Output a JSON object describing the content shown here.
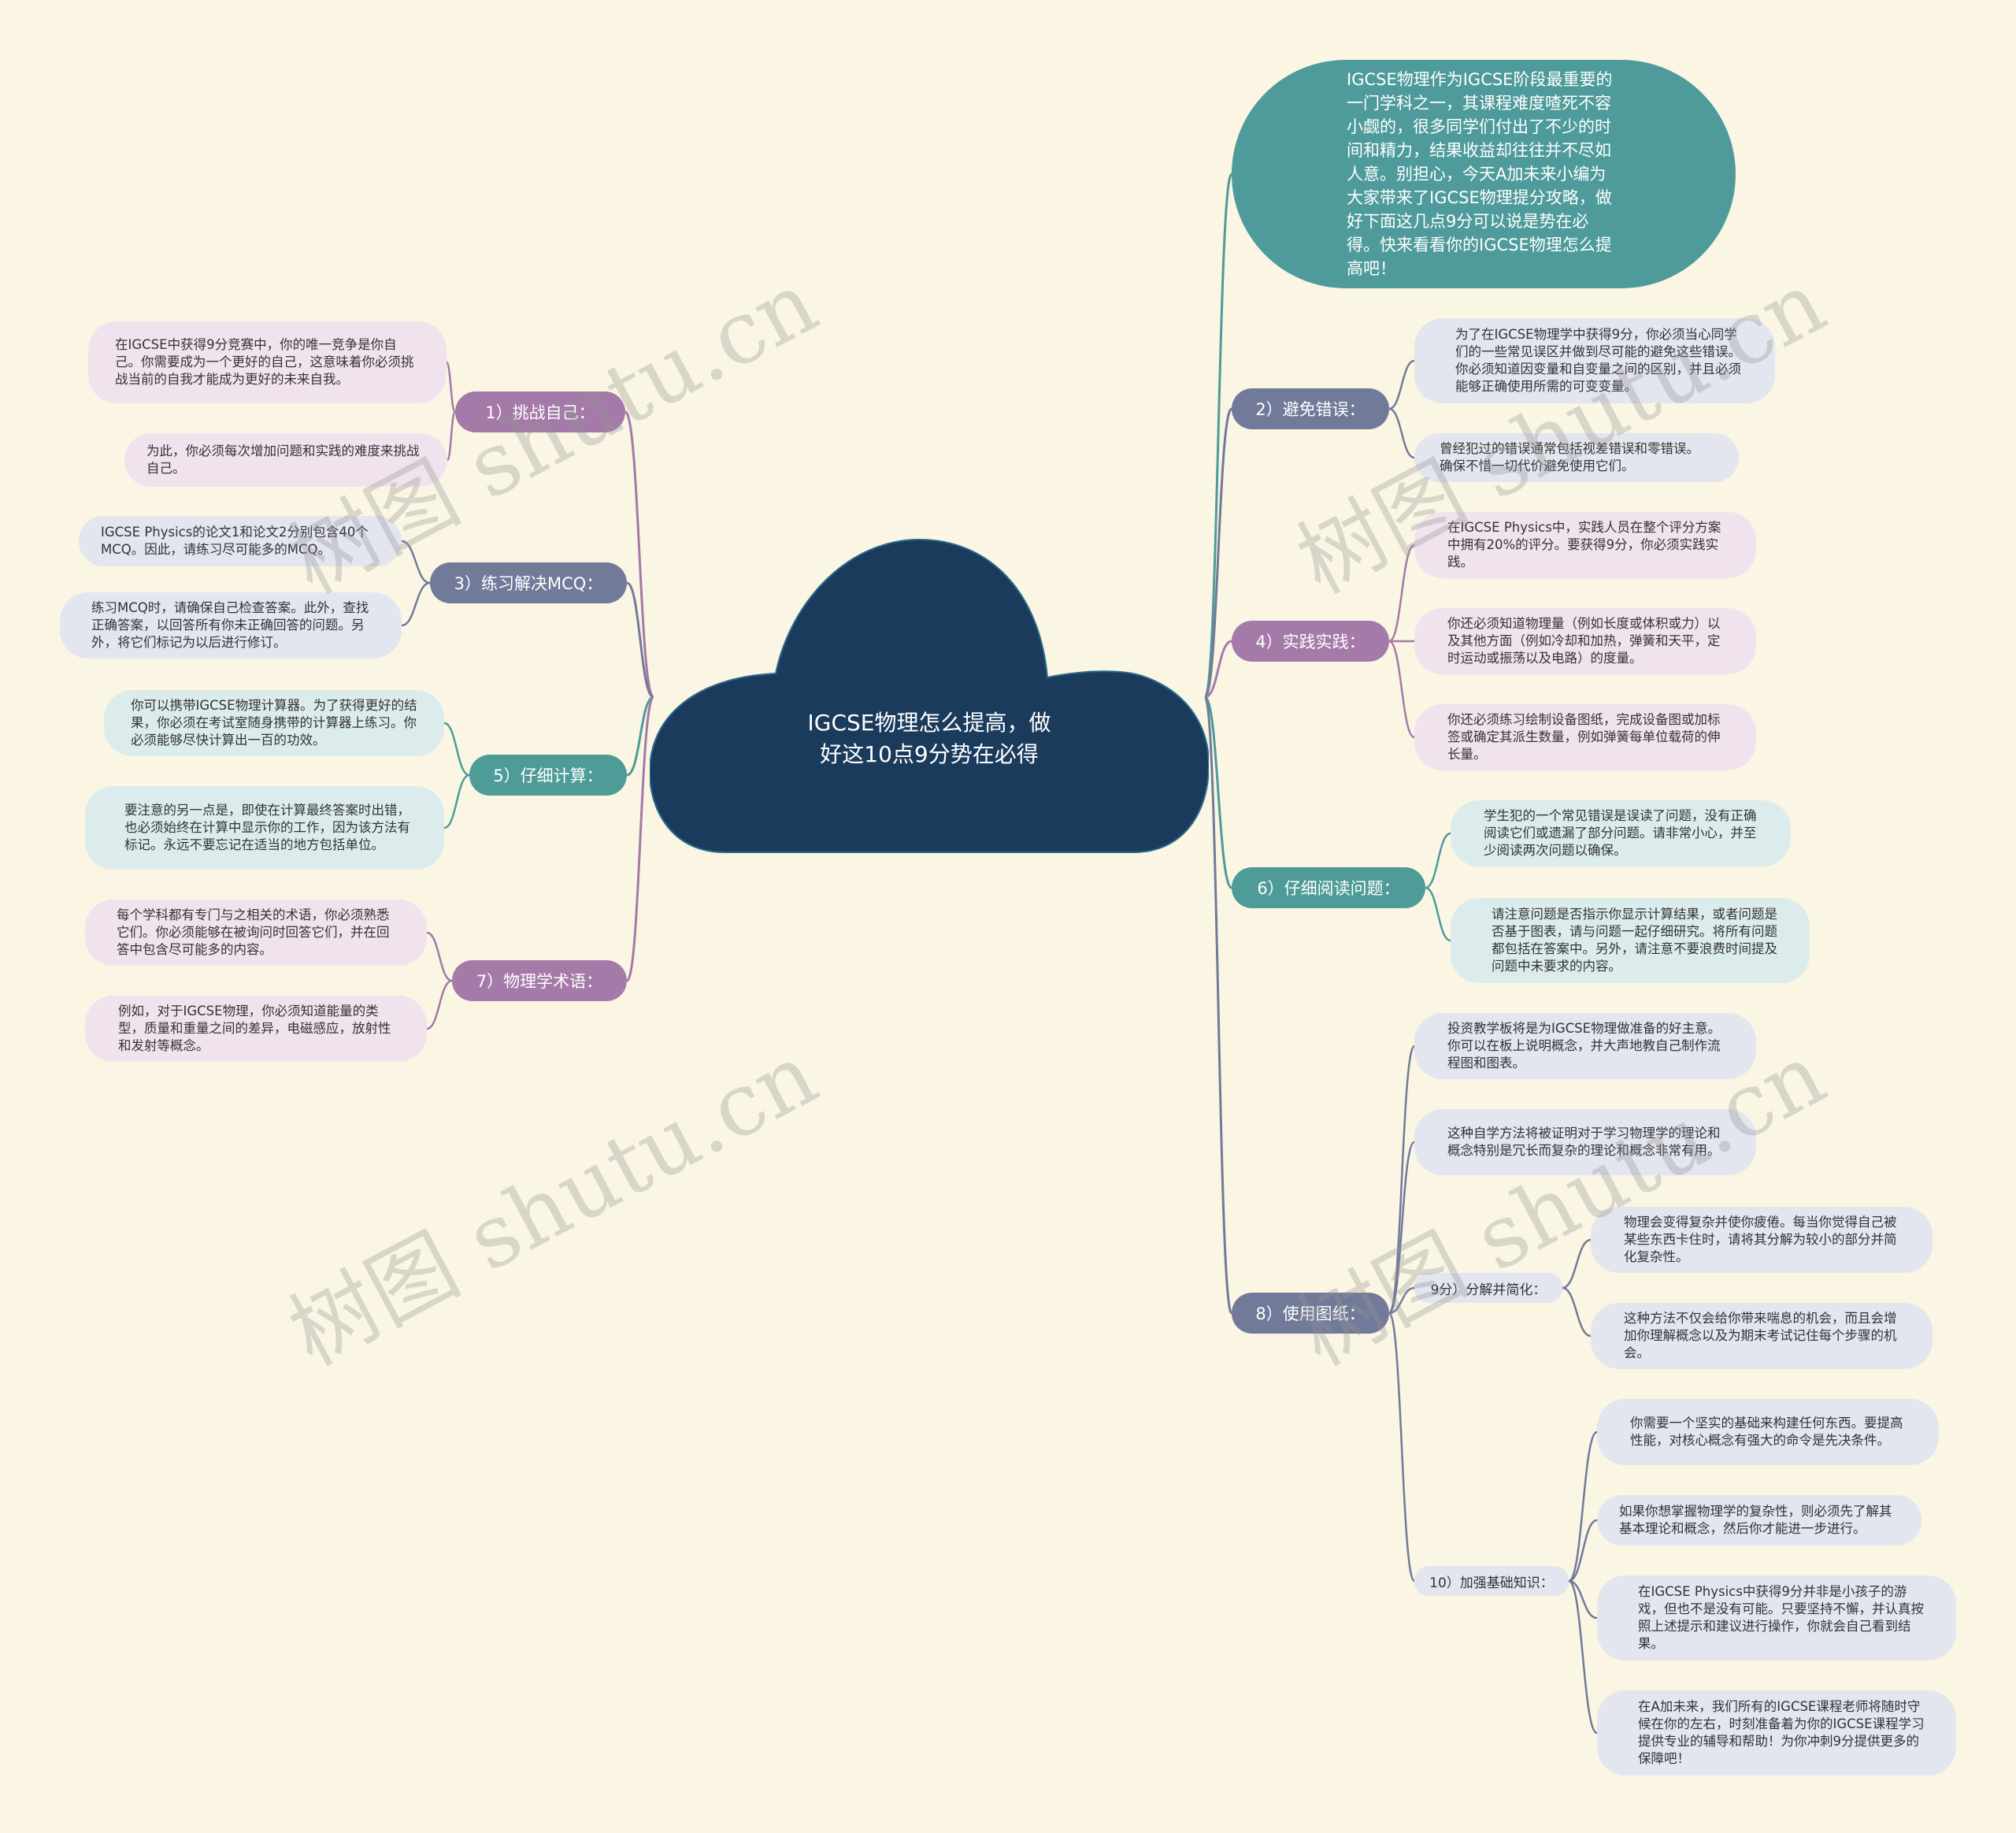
{
  "center": {
    "title_line1": "IGCSE物理怎么提高，做",
    "title_line2": "好这10点9分势在必得"
  },
  "intro": {
    "text": "IGCSE物理作为IGCSE阶段最重要的一门学科之一，其课程难度喳死不容小觑的，很多同学们付出了不少的时间和精力，结果收益却往往并不尽如人意。别担心，今天A加未来小编为大家带来了IGCSE物理提分攻略，做好下面这几点9分可以说是势在必得。快来看看你的IGCSE物理怎么提高吧！"
  },
  "left": [
    {
      "label": "1）挑战自己：",
      "leaves": [
        "在IGCSE中获得9分竞赛中，你的唯一竞争是你自己。你需要成为一个更好的自己，这意味着你必须挑战当前的自我才能成为更好的未来自我。",
        "为此，你必须每次增加问题和实践的难度来挑战自己。"
      ]
    },
    {
      "label": "3）练习解决MCQ：",
      "leaves": [
        "IGCSE Physics的论文1和论文2分别包含40个MCQ。因此，请练习尽可能多的MCQ。",
        "练习MCQ时，请确保自己检查答案。此外，查找正确答案，以回答所有你未正确回答的问题。另外，将它们标记为以后进行修订。"
      ]
    },
    {
      "label": "5）仔细计算：",
      "leaves": [
        "你可以携带IGCSE物理计算器。为了获得更好的结果，你必须在考试室随身携带的计算器上练习。你必须能够尽快计算出一百的功效。",
        "要注意的另一点是，即使在计算最终答案时出错，也必须始终在计算中显示你的工作，因为该方法有标记。永远不要忘记在适当的地方包括单位。"
      ]
    },
    {
      "label": "7）物理学术语：",
      "leaves": [
        "每个学科都有专门与之相关的术语，你必须熟悉它们。你必须能够在被询问时回答它们，并在回答中包含尽可能多的内容。",
        "例如，对于IGCSE物理，你必须知道能量的类型，质量和重量之间的差异，电磁感应，放射性和发射等概念。"
      ]
    }
  ],
  "right": [
    {
      "label": "2）避免错误：",
      "leaves": [
        "为了在IGCSE物理学中获得9分，你必须当心同学们的一些常见误区并做到尽可能的避免这些错误。你必须知道因变量和自变量之间的区别，并且必须能够正确使用所需的可变变量。",
        "曾经犯过的错误通常包括视差错误和零错误。确保不惜一切代价避免使用它们。"
      ]
    },
    {
      "label": "4）实践实践：",
      "leaves": [
        "在IGCSE Physics中，实践人员在整个评分方案中拥有20%的评分。要获得9分，你必须实践实践。",
        "你还必须知道物理量（例如长度或体积或力）以及其他方面（例如冷却和加热，弹簧和天平，定时运动或振荡以及电路）的度量。",
        "你还必须练习绘制设备图纸，完成设备图或加标签或确定其派生数量，例如弹簧每单位载荷的伸长量。"
      ]
    },
    {
      "label": "6）仔细阅读问题：",
      "leaves": [
        "学生犯的一个常见错误是误读了问题，没有正确阅读它们或遗漏了部分问题。请非常小心，并至少阅读两次问题以确保。",
        "请注意问题是否指示你显示计算结果，或者问题是否基于图表，请与问题一起仔细研究。将所有问题都包括在答案中。另外，请注意不要浪费时间提及问题中未要求的内容。"
      ]
    },
    {
      "label": "8）使用图纸：",
      "leaves": [
        "投资教学板将是为IGCSE物理做准备的好主意。你可以在板上说明概念，并大声地教自己制作流程图和图表。",
        "这种自学方法将被证明对于学习物理学的理论和概念特别是冗长而复杂的理论和概念非常有用。"
      ],
      "subs": [
        {
          "label": "9分）分解并简化：",
          "leaves": [
            "物理会变得复杂并使你疲倦。每当你觉得自己被某些东西卡住时，请将其分解为较小的部分并简化复杂性。",
            "这种方法不仅会给你带来喘息的机会，而且会增加你理解概念以及为期末考试记住每个步骤的机会。"
          ]
        },
        {
          "label": "10）加强基础知识：",
          "leaves": [
            "你需要一个坚实的基础来构建任何东西。要提高性能，对核心概念有强大的命令是先决条件。",
            "如果你想掌握物理学的复杂性，则必须先了解其基本理论和概念，然后你才能进一步进行。",
            "在IGCSE Physics中获得9分并非是小孩子的游戏，但也不是没有可能。只要坚持不懈，并认真按照上述提示和建议进行操作，你就会自己看到结果。",
            "在A加未来，我们所有的IGCSE课程老师将随时守候在你的左右，时刻准备着为你的IGCSE课程学习提供专业的辅导和帮助！为你冲刺9分提供更多的保障吧！"
          ]
        }
      ]
    }
  ],
  "watermark": "树图 shutu.cn",
  "colors": {
    "background": "#faf6e3",
    "cloud": "#1b3b5c",
    "intro": "#4f9b9b",
    "purple": "#a47aa8",
    "slate": "#727a9a",
    "teal": "#4e9b98",
    "leaf_purple": "#f0e3ee",
    "leaf_slate": "#e3e5ef",
    "leaf_teal": "#dcecec"
  }
}
